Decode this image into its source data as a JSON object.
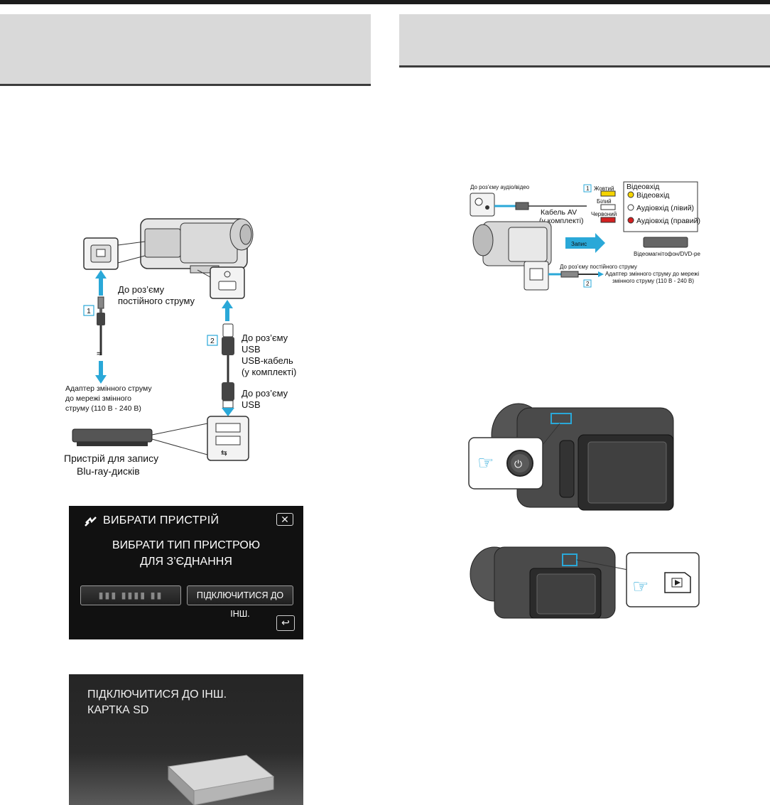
{
  "left_figure": {
    "callout_1": "1",
    "callout_2": "2",
    "dc_port_line1": "До роз’єму",
    "dc_port_line2": "постійного струму",
    "adapter_line1": "Адаптер змінного струму",
    "adapter_line2": "до мережі змінного",
    "adapter_line3": "струму (110 В - 240 В)",
    "usb_port_top_line1": "До роз’єму",
    "usb_port_top_line2": "USB",
    "usb_cable_line1": "USB-кабель",
    "usb_cable_line2": "(у комплекті)",
    "usb_port_bottom_line1": "До роз’єму",
    "usb_port_bottom_line2": "USB",
    "recorder_line1": "Пристрій для запису",
    "recorder_line2": "Blu-ray-дисків"
  },
  "select_device_screen": {
    "title": "ВИБРАТИ ПРИСТРІЙ",
    "close_glyph": "✕",
    "message_line1": "ВИБРАТИ ТИП ПРИСТРОЮ",
    "message_line2": "ДЛЯ З’ЄДНАННЯ",
    "left_option": "▮▮▮ ▮▮▮▮ ▮▮",
    "right_option": "ПІДКЛЮЧИТИСЯ ДО ІНШ.",
    "back_glyph": "↩"
  },
  "connect_other_screen": {
    "line1": "ПІДКЛЮЧИТИСЯ ДО ІНШ.",
    "line2": "КАРТКА SD"
  },
  "right_figure": {
    "av_port": "До роз’єму аудіо/відео",
    "callout_1": "1",
    "callout_2": "2",
    "yellow": "Жовтий",
    "white": "Білий",
    "red": "Червоний",
    "video_in_header": "Відеовхід",
    "video_in": "Відеовхід",
    "audio_left": "Аудіовхід (лівий)",
    "audio_right": "Аудіовхід (правий)",
    "av_cable_line1": "Кабель AV",
    "av_cable_line2": "(у комплекті)",
    "record_arrow": "Запис",
    "recorder": "Відеомагнітофон/DVD-рекордер",
    "dc_port": "До роз’єму постійного струму",
    "adapter_line1": "Адаптер змінного струму до мережі",
    "adapter_line2": "змінного струму (110 В - 240 В)"
  }
}
